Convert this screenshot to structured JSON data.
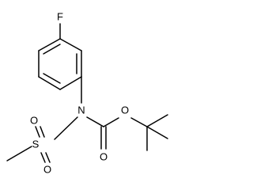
{
  "molecule": {
    "atoms": {
      "fluorine": "F",
      "nitrogen": "N",
      "sulfur": "S",
      "sulfonyl_oxygen_upper": "O",
      "sulfonyl_oxygen_lower": "O",
      "ester_oxygen": "O",
      "carbonyl_oxygen": "O"
    },
    "colors": {
      "bond": "#000000",
      "label": "#000000",
      "background": "#ffffff"
    }
  }
}
